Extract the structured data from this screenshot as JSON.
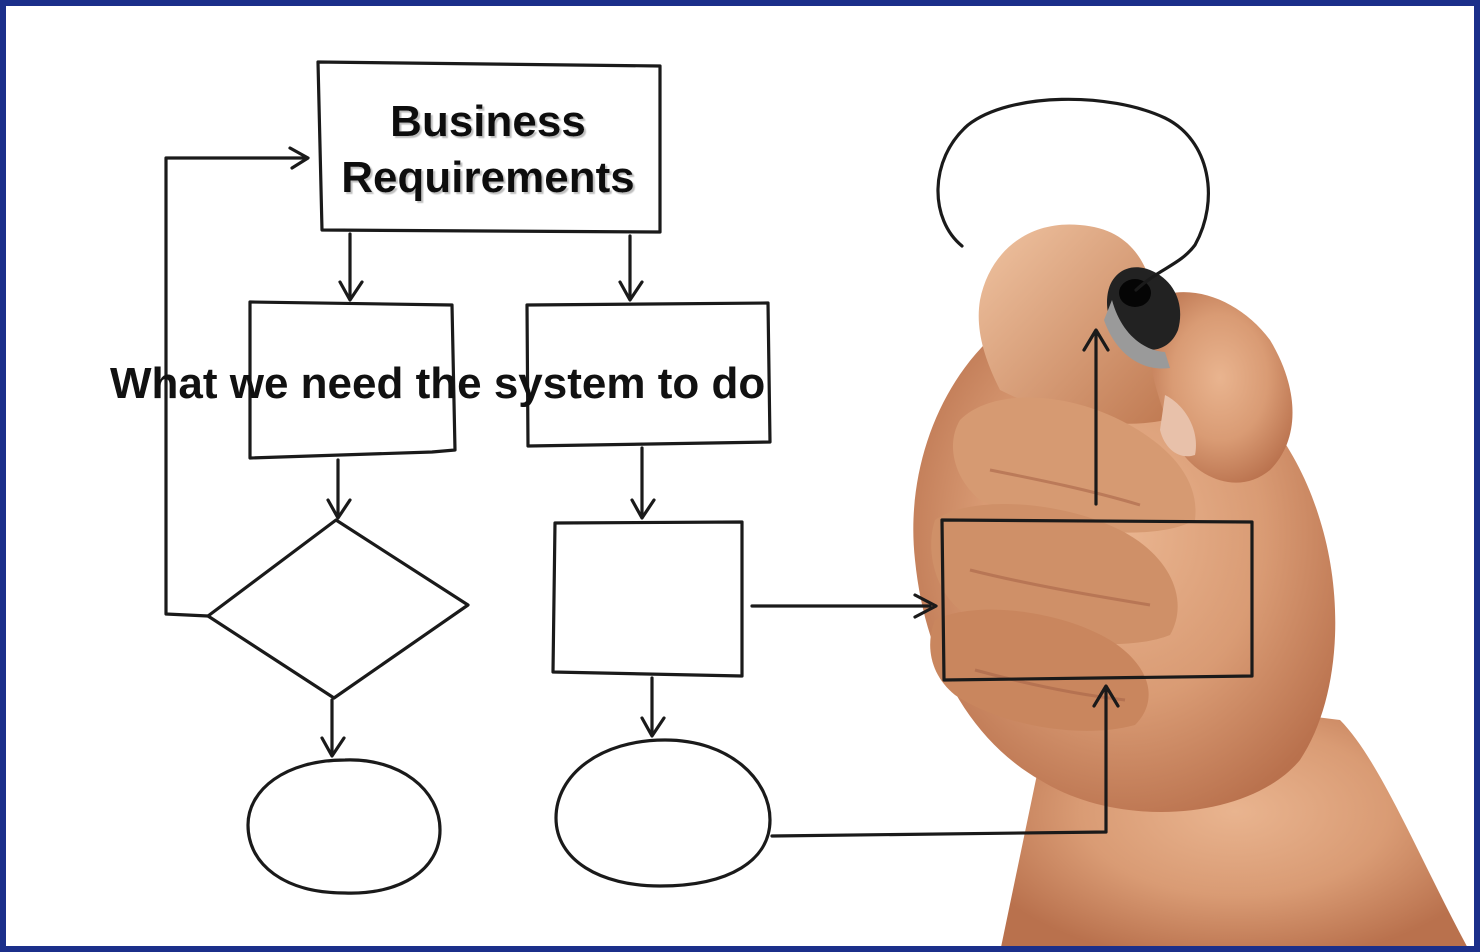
{
  "diagram": {
    "title_box": {
      "lines": [
        "Business",
        "Requirements"
      ]
    },
    "overlay_caption": "What we need the system to do"
  }
}
